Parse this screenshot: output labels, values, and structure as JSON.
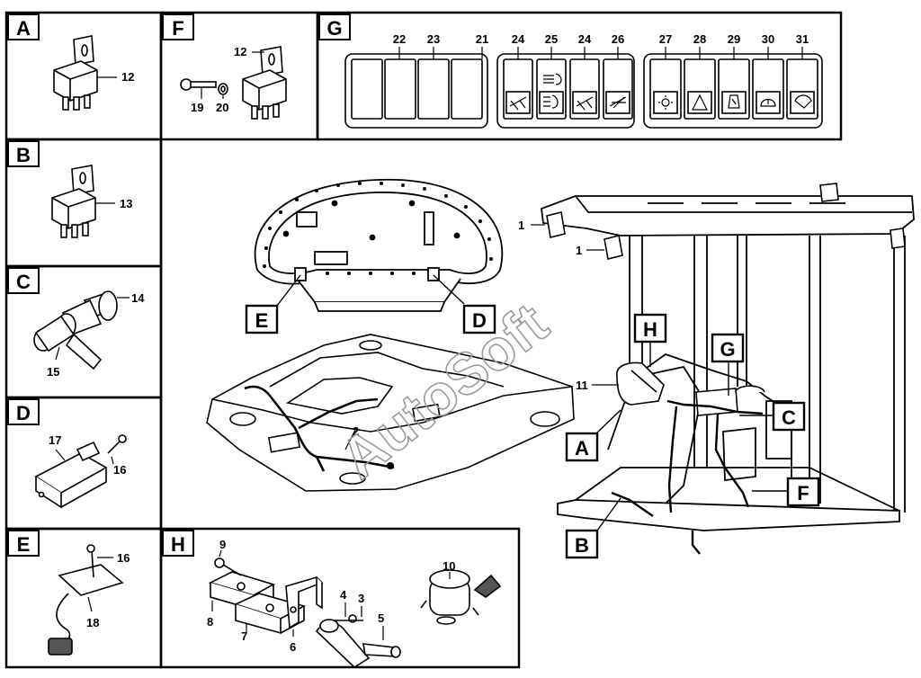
{
  "panels": {
    "A": {
      "letter": "A",
      "labels": [
        "12"
      ]
    },
    "B": {
      "letter": "B",
      "labels": [
        "13"
      ]
    },
    "C": {
      "letter": "C",
      "labels": [
        "14",
        "15"
      ]
    },
    "D": {
      "letter": "D",
      "labels": [
        "17",
        "16"
      ]
    },
    "E": {
      "letter": "E",
      "labels": [
        "16",
        "18"
      ]
    },
    "F": {
      "letter": "F",
      "labels": [
        "12",
        "19",
        "20"
      ]
    },
    "G": {
      "letter": "G",
      "labels": [
        "22",
        "23",
        "21",
        "24",
        "25",
        "24",
        "26",
        "27",
        "28",
        "29",
        "30",
        "31"
      ]
    },
    "H": {
      "letter": "H",
      "labels": [
        "9",
        "8",
        "7",
        "6",
        "4",
        "3",
        "5",
        "10"
      ]
    }
  },
  "main": {
    "callouts": [
      "E",
      "D",
      "H",
      "G",
      "C",
      "A",
      "F",
      "B"
    ],
    "labels": [
      "1",
      "1",
      "2",
      "11"
    ]
  },
  "watermark": "AutoSoft"
}
